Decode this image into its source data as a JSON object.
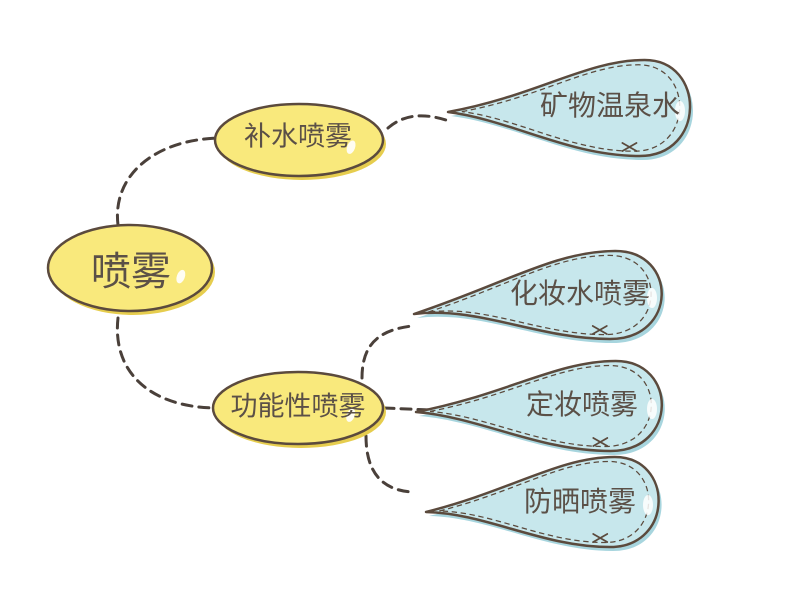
{
  "colors": {
    "oval_fill": "#f9e97c",
    "oval_shadow": "#e6cd4e",
    "drop_fill": "#c7e7ec",
    "drop_shadow": "#a7d5de",
    "outline": "#5b4a3d",
    "connector": "#4a403a",
    "text": "#5b5047"
  },
  "diagram": {
    "root": {
      "label": "喷雾"
    },
    "branches": [
      {
        "label": "补水喷雾",
        "leaves": [
          {
            "label": "矿物温泉水"
          }
        ]
      },
      {
        "label": "功能性喷雾",
        "leaves": [
          {
            "label": "化妆水喷雾"
          },
          {
            "label": "定妆喷雾"
          },
          {
            "label": "防晒喷雾"
          }
        ]
      }
    ]
  }
}
